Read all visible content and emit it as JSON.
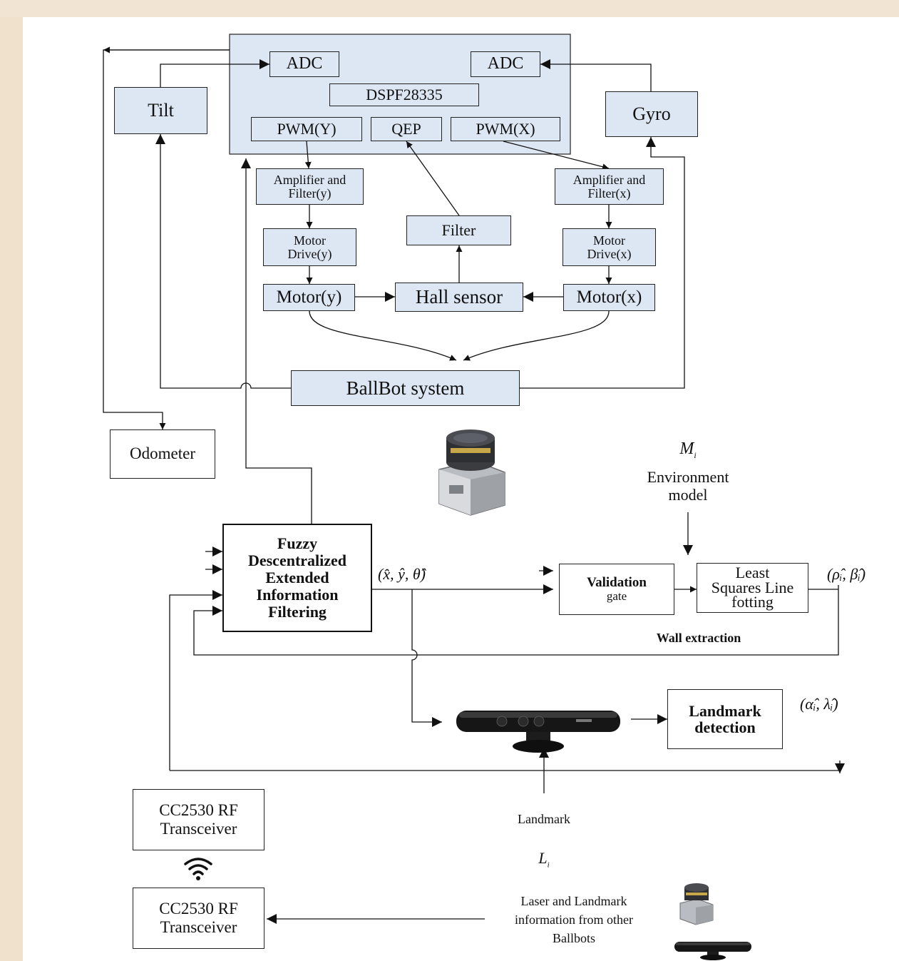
{
  "blocks": {
    "adc_left": "ADC",
    "adc_right": "ADC",
    "dsp": "DSPF28335",
    "pwm_y": "PWM(Y)",
    "qep": "QEP",
    "pwm_x": "PWM(X)",
    "tilt": "Tilt",
    "gyro": "Gyro",
    "amp_y": "Amplifier and Filter(y)",
    "amp_x": "Amplifier and Filter(x)",
    "filter": "Filter",
    "motor_drive_y": "Motor Drive(y)",
    "motor_drive_x": "Motor Drive(x)",
    "motor_y": "Motor(y)",
    "hall_sensor": "Hall sensor",
    "motor_x": "Motor(x)",
    "ballbot_system": "BallBot system",
    "odometer": "Odometer",
    "fuzzy": "Fuzzy Descentralized Extended Information Filtering",
    "validation_title": "Validation",
    "validation_sub": "gate",
    "least_squares": "Least Squares Line fotting",
    "landmark_detection": "Landmark detection",
    "rf_top": "CC2530 RF Transceiver",
    "rf_bottom": "CC2530 RF Transceiver"
  },
  "labels": {
    "m_i": "M",
    "m_i_sub": "i",
    "environment_model": "Environment model",
    "pose_estimate": "(x̂, ŷ, θ̂)",
    "rho_beta": "(ρ̂ᵢ, β̂ᵢ)",
    "wall_extraction": "Wall extraction",
    "alpha_lambda": "(α̂ᵢ, λ̂ᵢ)",
    "landmark": "Landmark",
    "l_i": "L",
    "l_i_sub": "i",
    "laser_info": "Laser and Landmark information from other Ballbots"
  },
  "icons": {
    "laser_scanner": "laser-scanner-icon",
    "kinect_sensor": "kinect-sensor-icon",
    "wifi": "wifi-icon"
  },
  "colors": {
    "box_fill": "#dde6f3",
    "line": "#111111",
    "background": "#ffffff"
  }
}
